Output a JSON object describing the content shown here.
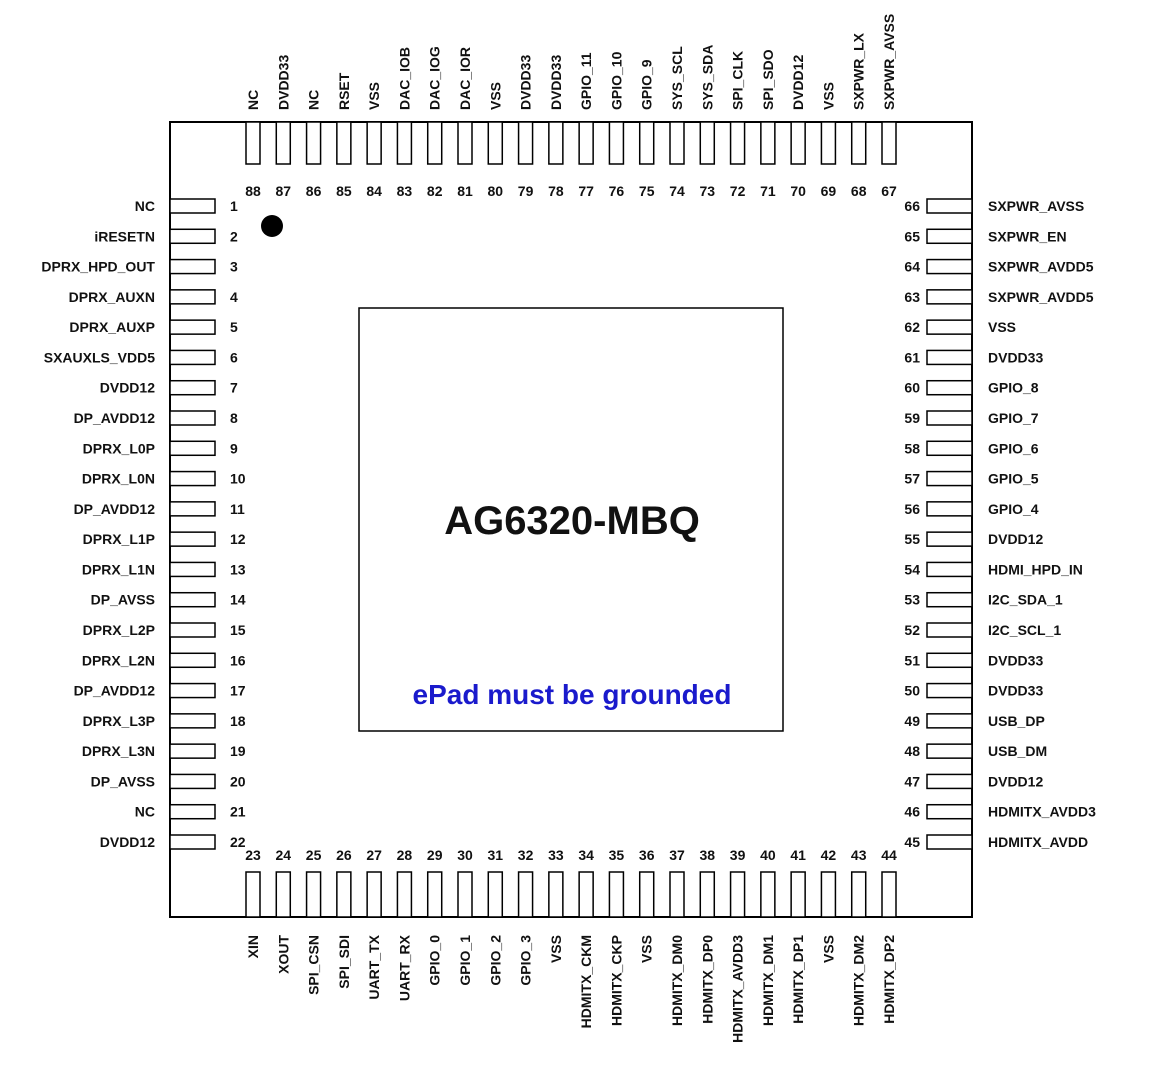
{
  "chip": {
    "name": "AG6320-MBQ",
    "epad_note": "ePad must be grounded",
    "note_color": "#1a1acc"
  },
  "pins": {
    "left": [
      {
        "num": "1",
        "label": "NC"
      },
      {
        "num": "2",
        "label": "iRESETN"
      },
      {
        "num": "3",
        "label": "DPRX_HPD_OUT"
      },
      {
        "num": "4",
        "label": "DPRX_AUXN"
      },
      {
        "num": "5",
        "label": "DPRX_AUXP"
      },
      {
        "num": "6",
        "label": "SXAUXLS_VDD5"
      },
      {
        "num": "7",
        "label": "DVDD12"
      },
      {
        "num": "8",
        "label": "DP_AVDD12"
      },
      {
        "num": "9",
        "label": "DPRX_L0P"
      },
      {
        "num": "10",
        "label": "DPRX_L0N"
      },
      {
        "num": "11",
        "label": "DP_AVDD12"
      },
      {
        "num": "12",
        "label": "DPRX_L1P"
      },
      {
        "num": "13",
        "label": "DPRX_L1N"
      },
      {
        "num": "14",
        "label": "DP_AVSS"
      },
      {
        "num": "15",
        "label": "DPRX_L2P"
      },
      {
        "num": "16",
        "label": "DPRX_L2N"
      },
      {
        "num": "17",
        "label": "DP_AVDD12"
      },
      {
        "num": "18",
        "label": "DPRX_L3P"
      },
      {
        "num": "19",
        "label": "DPRX_L3N"
      },
      {
        "num": "20",
        "label": "DP_AVSS"
      },
      {
        "num": "21",
        "label": "NC"
      },
      {
        "num": "22",
        "label": "DVDD12"
      }
    ],
    "bottom": [
      {
        "num": "23",
        "label": "XIN"
      },
      {
        "num": "24",
        "label": "XOUT"
      },
      {
        "num": "25",
        "label": "SPI_CSN"
      },
      {
        "num": "26",
        "label": "SPI_SDI"
      },
      {
        "num": "27",
        "label": "UART_TX"
      },
      {
        "num": "28",
        "label": "UART_RX"
      },
      {
        "num": "29",
        "label": "GPIO_0"
      },
      {
        "num": "30",
        "label": "GPIO_1"
      },
      {
        "num": "31",
        "label": "GPIO_2"
      },
      {
        "num": "32",
        "label": "GPIO_3"
      },
      {
        "num": "33",
        "label": "VSS"
      },
      {
        "num": "34",
        "label": "HDMITX_CKM"
      },
      {
        "num": "35",
        "label": "HDMITX_CKP"
      },
      {
        "num": "36",
        "label": "VSS"
      },
      {
        "num": "37",
        "label": "HDMITX_DM0"
      },
      {
        "num": "38",
        "label": "HDMITX_DP0"
      },
      {
        "num": "39",
        "label": "HDMITX_AVDD3"
      },
      {
        "num": "40",
        "label": "HDMITX_DM1"
      },
      {
        "num": "41",
        "label": "HDMITX_DP1"
      },
      {
        "num": "42",
        "label": "VSS"
      },
      {
        "num": "43",
        "label": "HDMITX_DM2"
      },
      {
        "num": "44",
        "label": "HDMITX_DP2"
      }
    ],
    "right": [
      {
        "num": "45",
        "label": "HDMITX_AVDD"
      },
      {
        "num": "46",
        "label": "HDMITX_AVDD3"
      },
      {
        "num": "47",
        "label": "DVDD12"
      },
      {
        "num": "48",
        "label": "USB_DM"
      },
      {
        "num": "49",
        "label": "USB_DP"
      },
      {
        "num": "50",
        "label": "DVDD33"
      },
      {
        "num": "51",
        "label": "DVDD33"
      },
      {
        "num": "52",
        "label": "I2C_SCL_1"
      },
      {
        "num": "53",
        "label": "I2C_SDA_1"
      },
      {
        "num": "54",
        "label": "HDMI_HPD_IN"
      },
      {
        "num": "55",
        "label": "DVDD12"
      },
      {
        "num": "56",
        "label": "GPIO_4"
      },
      {
        "num": "57",
        "label": "GPIO_5"
      },
      {
        "num": "58",
        "label": "GPIO_6"
      },
      {
        "num": "59",
        "label": "GPIO_7"
      },
      {
        "num": "60",
        "label": "GPIO_8"
      },
      {
        "num": "61",
        "label": "DVDD33"
      },
      {
        "num": "62",
        "label": "VSS"
      },
      {
        "num": "63",
        "label": "SXPWR_AVDD5"
      },
      {
        "num": "64",
        "label": "SXPWR_AVDD5"
      },
      {
        "num": "65",
        "label": "SXPWR_EN"
      },
      {
        "num": "66",
        "label": "SXPWR_AVSS"
      }
    ],
    "top": [
      {
        "num": "67",
        "label": "SXPWR_AVSS"
      },
      {
        "num": "68",
        "label": "SXPWR_LX"
      },
      {
        "num": "69",
        "label": "VSS"
      },
      {
        "num": "70",
        "label": "DVDD12"
      },
      {
        "num": "71",
        "label": "SPI_SDO"
      },
      {
        "num": "72",
        "label": "SPI_CLK"
      },
      {
        "num": "73",
        "label": "SYS_SDA"
      },
      {
        "num": "74",
        "label": "SYS_SCL"
      },
      {
        "num": "75",
        "label": "GPIO_9"
      },
      {
        "num": "76",
        "label": "GPIO_10"
      },
      {
        "num": "77",
        "label": "GPIO_11"
      },
      {
        "num": "78",
        "label": "DVDD33"
      },
      {
        "num": "79",
        "label": "DVDD33"
      },
      {
        "num": "80",
        "label": "VSS"
      },
      {
        "num": "81",
        "label": "DAC_IOR"
      },
      {
        "num": "82",
        "label": "DAC_IOG"
      },
      {
        "num": "83",
        "label": "DAC_IOB"
      },
      {
        "num": "84",
        "label": "VSS"
      },
      {
        "num": "85",
        "label": "RSET"
      },
      {
        "num": "86",
        "label": "NC"
      },
      {
        "num": "87",
        "label": "DVDD33"
      },
      {
        "num": "88",
        "label": "NC"
      }
    ]
  }
}
